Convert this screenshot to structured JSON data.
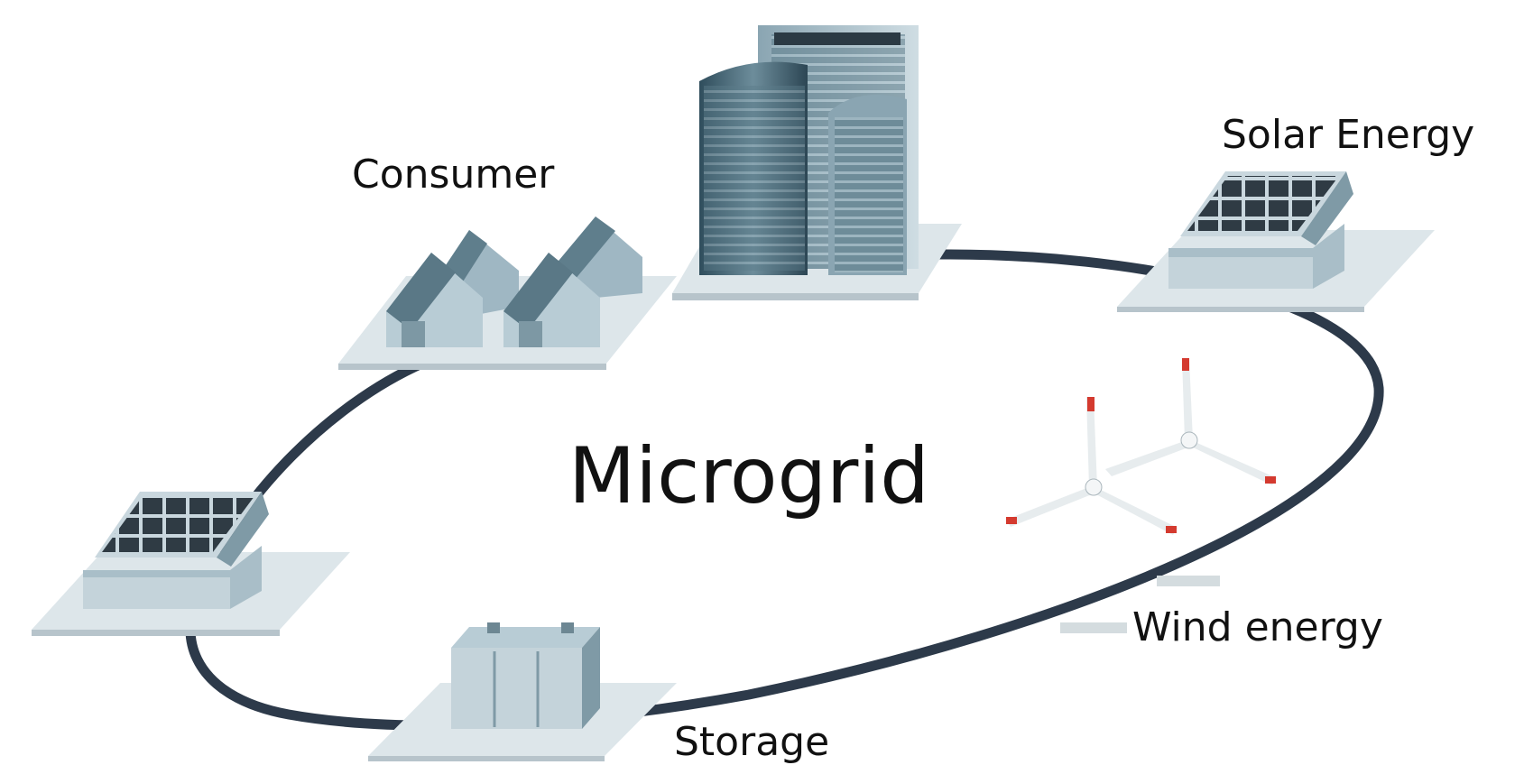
{
  "diagram": {
    "title": "Microgrid",
    "nodes": {
      "consumer": {
        "label": "Consumer",
        "icon": "houses-icon"
      },
      "city": {
        "label": "",
        "icon": "office-towers-icon"
      },
      "solar_right": {
        "label": "Solar Energy",
        "icon": "solar-panel-building-icon"
      },
      "solar_left": {
        "label": "",
        "icon": "solar-panel-building-icon"
      },
      "wind": {
        "label": "Wind energy",
        "icon": "wind-turbines-icon"
      },
      "storage": {
        "label": "Storage",
        "icon": "battery-storage-icon"
      }
    },
    "ring": {
      "icon": "grid-ring",
      "color": "#2d3a4a"
    }
  },
  "colors": {
    "platform_top": "#dde6ea",
    "platform_side": "#b7c4cb",
    "building_dark": "#3f5f6e",
    "building_light": "#9fb7c3",
    "solar_cell": "#2f3b44",
    "turbine_tip": "#d43a2f"
  }
}
